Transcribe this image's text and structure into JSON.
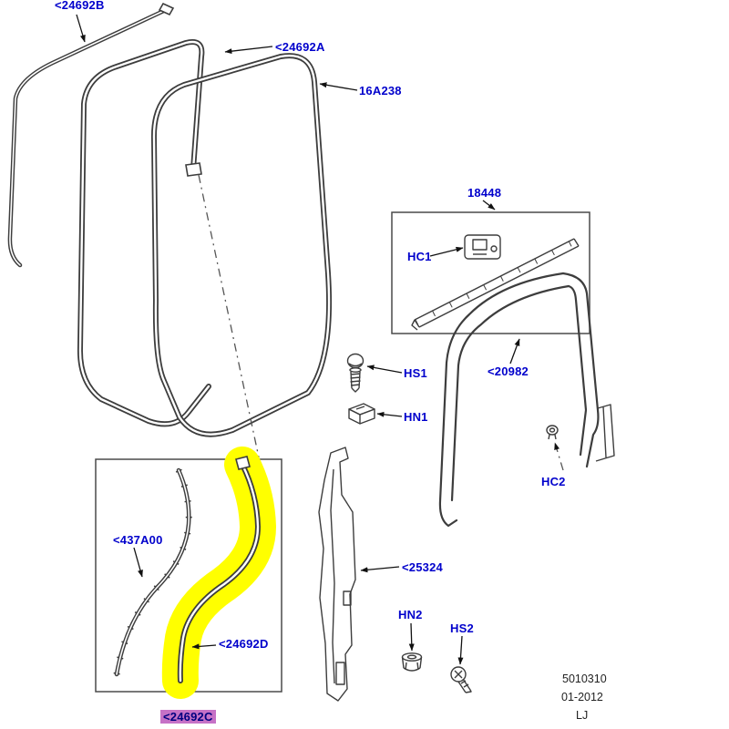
{
  "diagram": {
    "type": "exploded-parts-diagram-door-seals",
    "labels": {
      "p24692B": "<24692B",
      "p24692A": "<24692A",
      "p16A238": "16A238",
      "p18448": "18448",
      "pHC1": "HC1",
      "pHS1": "HS1",
      "pHN1": "HN1",
      "p20982": "<20982",
      "pHC2": "HC2",
      "p25324": "<25324",
      "p437A00": "<437A00",
      "p24692D": "<24692D",
      "p24692C": "<24692C",
      "pHN2": "HN2",
      "pHS2": "HS2"
    },
    "highlight": {
      "selected_part": "<24692C",
      "selected_bg": "#c671c6",
      "related_highlighted_part": "<24692D",
      "related_highlight_color": "#ffff00"
    },
    "footer": {
      "doc_number": "5010310",
      "doc_date": "01-2012",
      "doc_code": "LJ"
    },
    "colors": {
      "label_blue": "#0000cc",
      "line": "#3d3d3d",
      "background": "#ffffff"
    }
  }
}
